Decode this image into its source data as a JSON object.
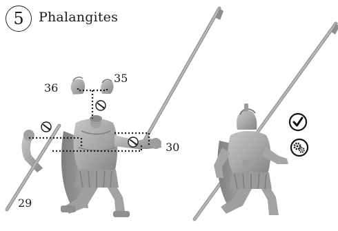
{
  "step": {
    "number": "5",
    "title": "Phalangites"
  },
  "part_labels": {
    "left_helmet": "36",
    "right_helmet": "35",
    "right_arm": "30",
    "left_arm": "29"
  },
  "icons": {
    "glue_marker": "glue-drop-icon",
    "assembled_check": "checkmark-circle-icon",
    "variant_swap": "gears-circle-icon"
  },
  "colors": {
    "figure_fill": "#a9a9a9",
    "figure_shadow": "#8d8d8d",
    "figure_highlight": "#c4c4c4",
    "guide_line": "#1a1a1a",
    "text": "#1a1a1a"
  }
}
